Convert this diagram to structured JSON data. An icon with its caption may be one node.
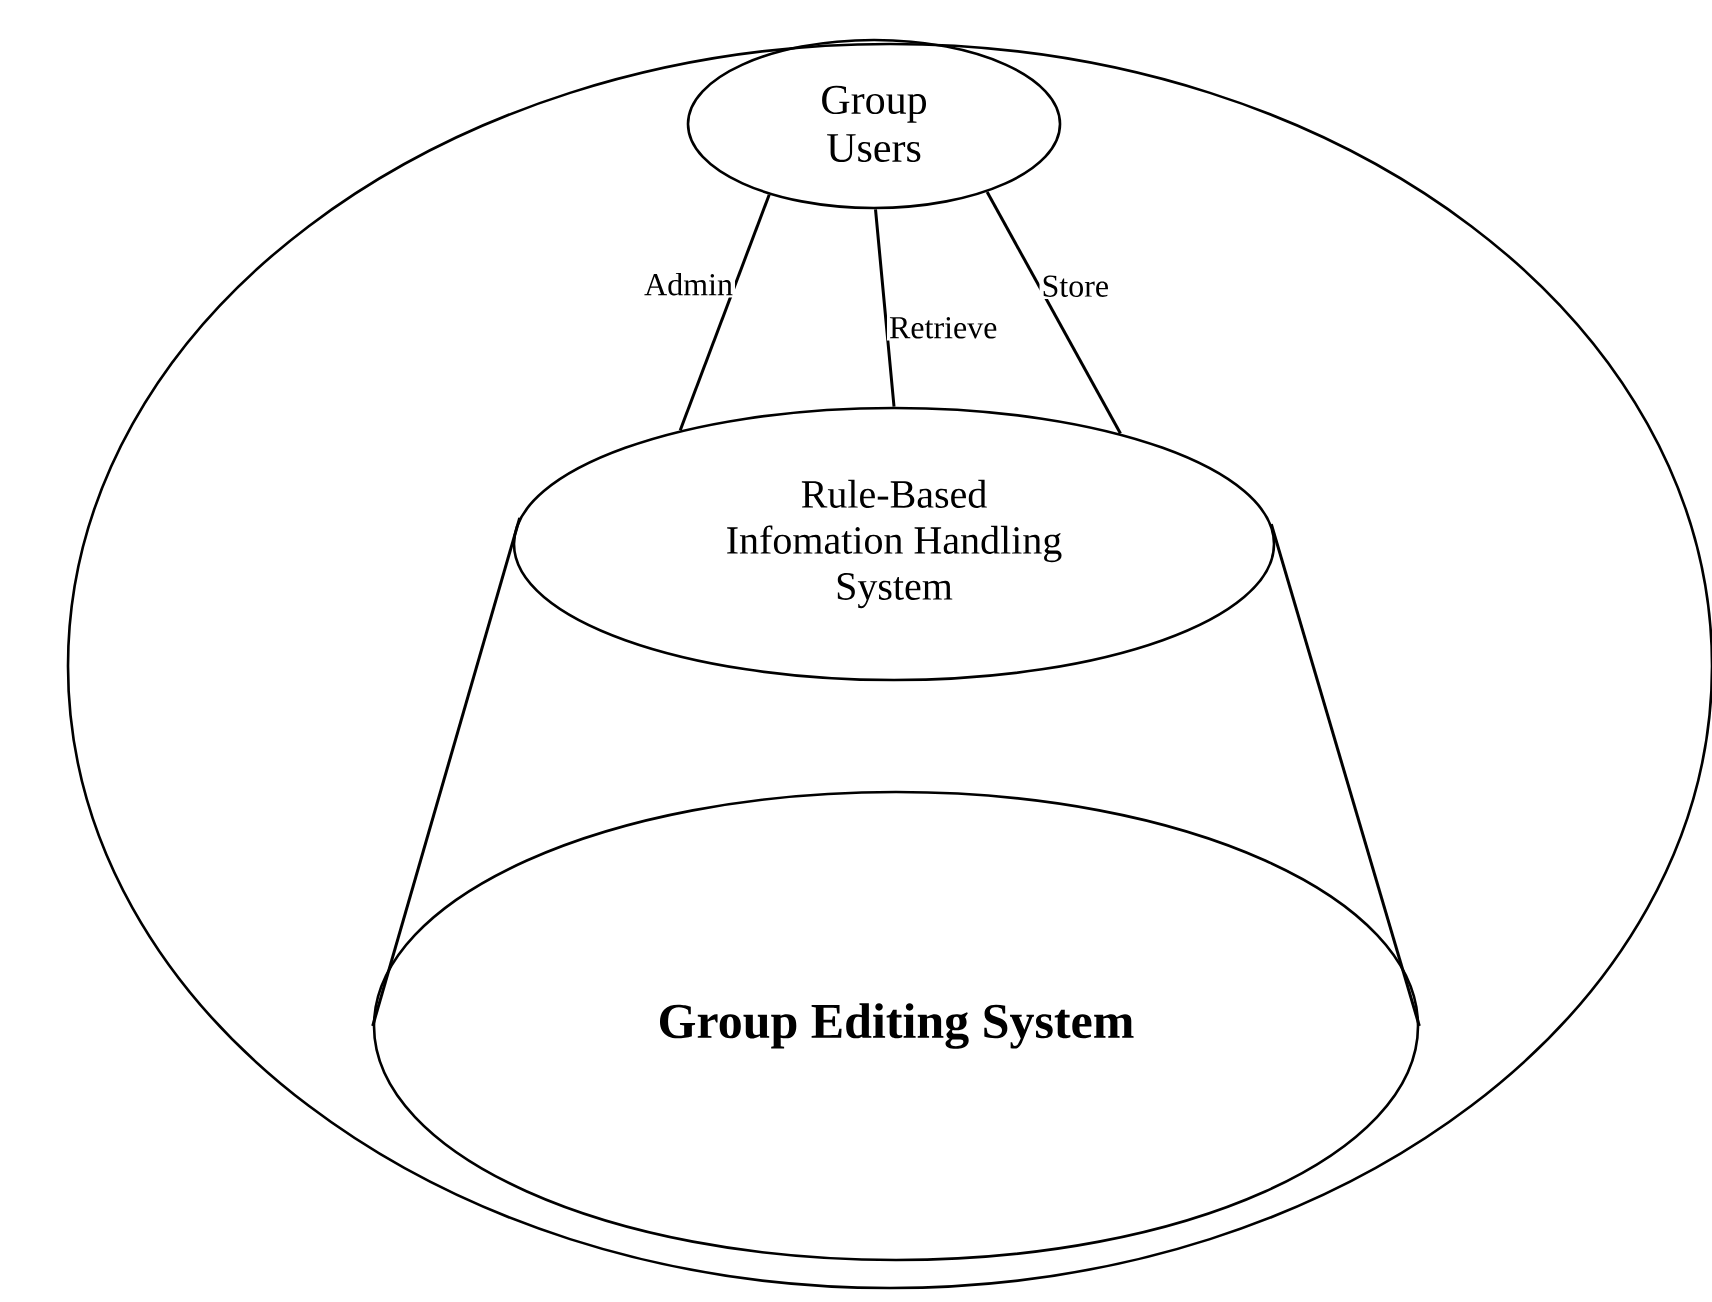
{
  "diagram": {
    "nodes": [
      {
        "text": [],
        "shape": "ellipse"
      },
      {
        "text": [
          "Group Users"
        ],
        "in": 0
      },
      {
        "text": [
          "Rule-Based Infomation Handling System"
        ],
        "in": 0
      },
      {
        "text": [
          "Group Editing System"
        ],
        "in": 0
      }
    ],
    "edges": [
      {
        "from": 1,
        "to": 2,
        "arrow": "none",
        "label": "Admin"
      },
      {
        "from": 1,
        "to": 2,
        "arrow": "none",
        "label": "Retrieve"
      },
      {
        "from": 1,
        "to": 2,
        "arrow": "none",
        "label": "Store"
      },
      {
        "from": 2,
        "to": 3,
        "arrow": "none"
      },
      {
        "from": 2,
        "to": 3,
        "arrow": "none"
      }
    ]
  }
}
